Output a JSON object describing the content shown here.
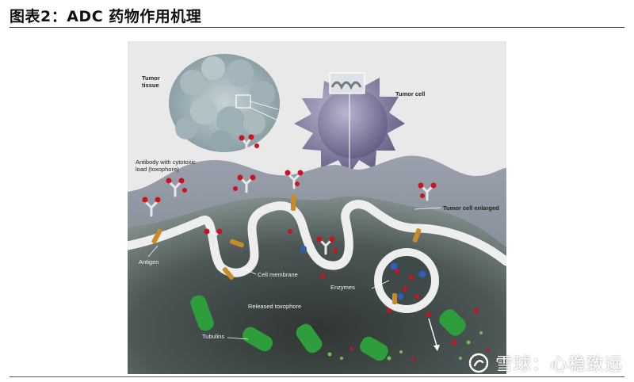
{
  "header": {
    "title": "图表2：ADC 药物作用机理"
  },
  "figure": {
    "labels": {
      "tumor_tissue_1": "Tumor",
      "tumor_tissue_2": "tissue",
      "tumor_cell": "Tumor cell",
      "antibody_1": "Antibody with cytotoxic",
      "antibody_2": "load (toxophore)",
      "tumor_cell_enlarged": "Tumor cell enlarged",
      "antigen": "Antigen",
      "cell_membrane": "Cell membrane",
      "enzymes": "Enzymes",
      "released_toxophore": "Released toxophore",
      "tubulins": "Tubulins"
    }
  },
  "watermark": {
    "text": "雪球：心稳致远",
    "icon": "snowball-logo-icon"
  },
  "colors": {
    "cell_body": "#4f5d5a",
    "membrane": "#eeeeee",
    "toxophore": "#c8141e",
    "antibody": "#e8e8e8",
    "antigen": "#c98a2a",
    "tubulin": "#2e9e3c",
    "enzyme": "#2a5fbf",
    "tumor_cell": "#8a87a6"
  }
}
